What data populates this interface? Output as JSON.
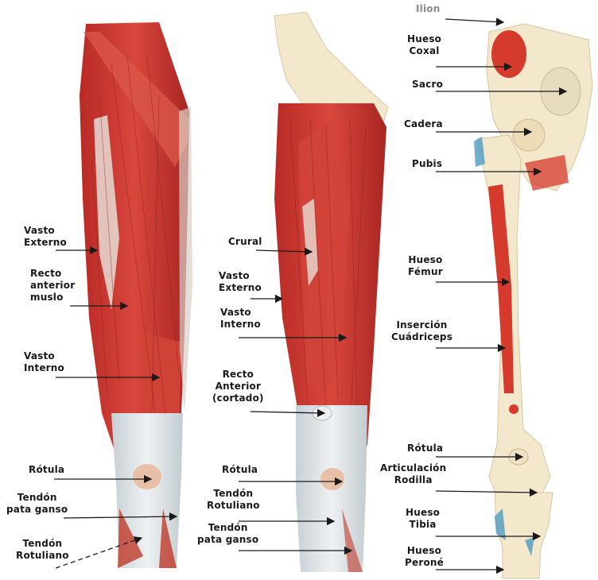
{
  "labels": {
    "left": {
      "vasto_externo": [
        "Vasto",
        "Externo"
      ],
      "recto_anterior": [
        "Recto",
        "anterior",
        "muslo"
      ],
      "vasto_interno": [
        "Vasto",
        "Interno"
      ],
      "rotula": [
        "Rótula"
      ],
      "tendon_pata_ganso": [
        "Tendón",
        "pata ganso"
      ],
      "tendon_rotuliano": [
        "Tendón",
        "Rotuliano"
      ]
    },
    "middle": {
      "crural": [
        "Crural"
      ],
      "vasto_externo": [
        "Vasto",
        "Externo"
      ],
      "vasto_interno": [
        "Vasto",
        "Interno"
      ],
      "recto_anterior_cortado": [
        "Recto",
        "Anterior",
        "(cortado)"
      ],
      "rotula": [
        "Rótula"
      ],
      "tendon_rotuliano": [
        "Tendón",
        "Rotuliano"
      ],
      "tendon_pata_ganso": [
        "Tendón",
        "pata ganso"
      ]
    },
    "right": {
      "ilion": [
        "Ilion"
      ],
      "hueso_coxal": [
        "Hueso",
        "Coxal"
      ],
      "sacro": [
        "Sacro"
      ],
      "cadera": [
        "Cadera"
      ],
      "pubis": [
        "Pubis"
      ],
      "hueso_femur": [
        "Hueso",
        "Fémur"
      ],
      "insercion_cuadriceps": [
        "Inserción",
        "Cuádriceps"
      ],
      "rotula": [
        "Rótula"
      ],
      "articulacion_rodilla": [
        "Articulación",
        "Rodilla"
      ],
      "hueso_tibia": [
        "Hueso",
        "Tibia"
      ],
      "hueso_perone": [
        "Hueso",
        "Peroné"
      ]
    }
  },
  "colors": {
    "muscle": "#c8322e",
    "muscle_dark": "#9e2320",
    "muscle_light": "#e06a5e",
    "tendon": "#d9e0e3",
    "bone": "#f3e8cc",
    "bone_marrow": "#d53a2c",
    "arrow": "#1a1a1a"
  },
  "icons": [
    "arrow-right-icon",
    "arrow-left-icon"
  ]
}
